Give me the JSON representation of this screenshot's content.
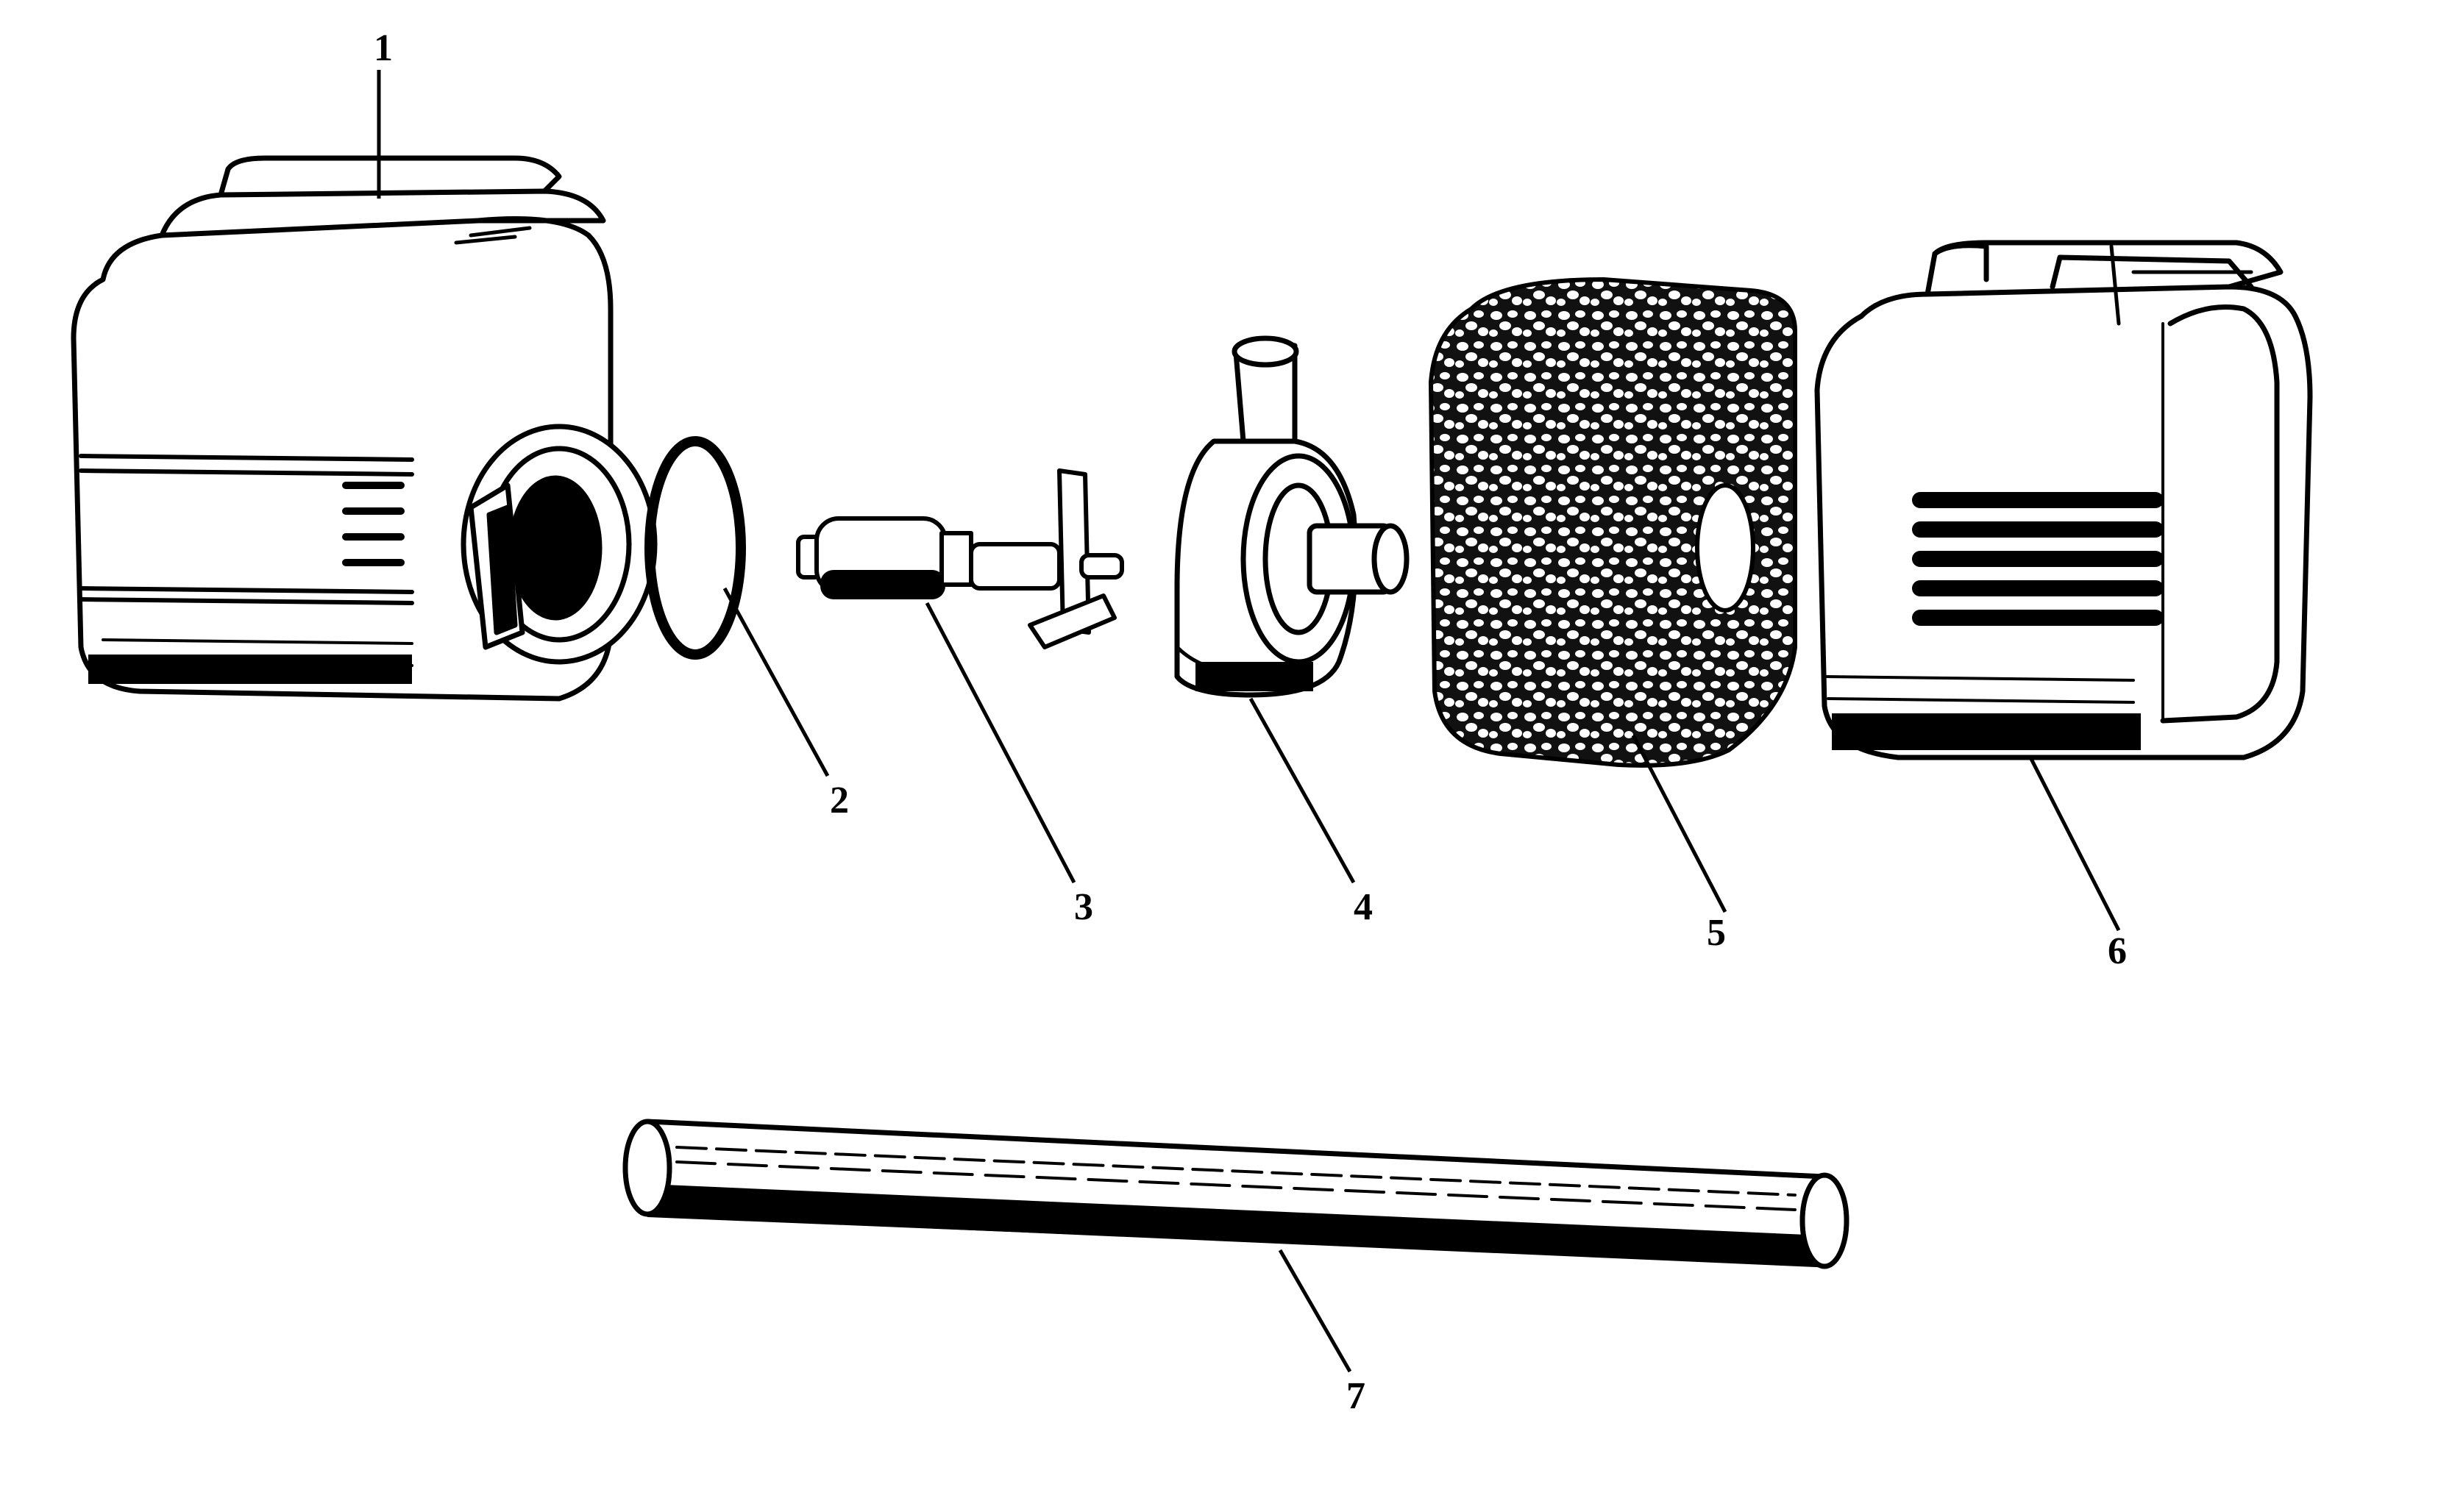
{
  "parts": [
    {
      "id": "part-1",
      "label": "1",
      "kind": "motor-housing"
    },
    {
      "id": "part-2",
      "label": "2",
      "kind": "o-ring"
    },
    {
      "id": "part-3",
      "label": "3",
      "kind": "impeller-rotor"
    },
    {
      "id": "part-4",
      "label": "4",
      "kind": "impeller-cover"
    },
    {
      "id": "part-5",
      "label": "5",
      "kind": "foam-filter"
    },
    {
      "id": "part-6",
      "label": "6",
      "kind": "filter-cage"
    },
    {
      "id": "part-7",
      "label": "7",
      "kind": "tube"
    }
  ],
  "colors": {
    "ink": "#000000",
    "paper": "#ffffff"
  }
}
